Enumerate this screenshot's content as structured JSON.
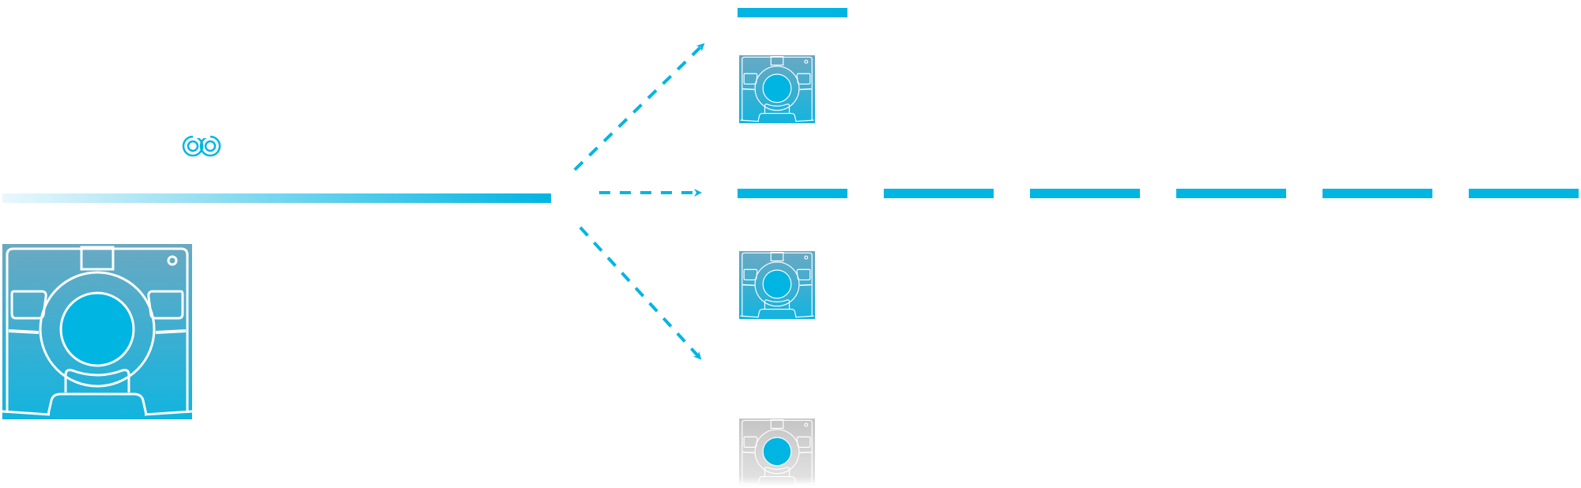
{
  "colors": {
    "accent": "#00b5e2",
    "scanner_top": "#6aa9c2",
    "scanner_bottom": "#12b4df",
    "faded_gray": "#bdbdbd",
    "white": "#ffffff"
  },
  "icons": {
    "main_scanner": "ct-scanner-icon",
    "link": "link-icon",
    "scanner_small": "ct-scanner-icon",
    "scanner_faded": "ct-scanner-faded-icon"
  },
  "arrows": [
    "upper-branch-arrow",
    "middle-branch-arrow",
    "lower-branch-arrow"
  ],
  "dashed_line_segments": 6
}
